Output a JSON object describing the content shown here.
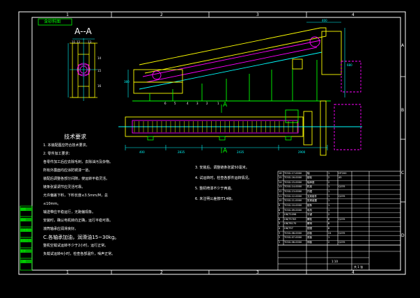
{
  "title_tag": "含砂料图",
  "section_label": "A--A",
  "section_marker": "A",
  "zone_numbers": [
    "1",
    "2",
    "3",
    "4"
  ],
  "zone_letters": [
    "A",
    "B",
    "C",
    "D"
  ],
  "dims": {
    "width_top": "400",
    "height_right": "680",
    "height_left": "380",
    "plan_1": "400",
    "plan_2": "2835",
    "plan_3": "2435",
    "plan_4": "2900"
  },
  "part_numbers_side": [
    "11",
    "12",
    "13",
    "14",
    "15",
    "16",
    "6",
    "5",
    "4",
    "3",
    "2",
    "1"
  ],
  "tech": {
    "heading": "技术要求",
    "items": [
      "1.  本装配图应符合技术要求。",
      "2.  零件加工要求：",
      "  各零件加工后应去除毛刺，去除油污及杂物。",
      "  所有外露面均应涂防锈漆一道。",
      "  装配后调整各部分间隙，使运转平稳灵活。",
      "  链条张紧调节应灵活可靠。",
      "  允许偏差下料，下料长度≤3.5mm/M，总",
      "  ≤10mm。",
      "  输送带应平稳运行，无跑偏现象。",
      "  安装时，确认电机转向正确，运行平稳可靠。",
      "  滚筒轴承应润滑良好。",
      "C.各轴承加油，润滑油15~30kg。",
      "  整机空载试运转不少于2小时，运行正常。",
      "  负载试运转4小时，检查各部温升，噪声正常。"
    ],
    "items_right": [
      "3.  安装后，调整链条张紧50毫米。",
      "4.  试运转时，检查各部件运转情况。",
      "5.  整机喷漆不少于两遍。",
      "6.  未注明公差按IT14级。"
    ]
  },
  "left_stamps": [
    "描图",
    "描校",
    "旧底图总号",
    "底图总号",
    "签字",
    "日期"
  ],
  "bom": {
    "rows": [
      [
        "16",
        "TCSG-17-0000",
        "轴",
        "1",
        "HT200"
      ],
      [
        "15",
        "TCSG-16-0000",
        "链轮",
        "2",
        "45"
      ],
      [
        "14",
        "TCSG-15-0000",
        "轴承座",
        "2",
        ""
      ],
      [
        "13",
        "TCSG-14-0000",
        "机架",
        "1",
        "Q235"
      ],
      [
        "12",
        "TCSG-13-0000",
        "托辊",
        "1",
        ""
      ],
      [
        "11",
        "TCSG-12-0000",
        "支架组件",
        "1",
        "Q235"
      ],
      [
        "10",
        "TCSG-11-0000",
        "张紧装置",
        "1",
        ""
      ],
      [
        "9",
        "TCSG-10-0000",
        "链条",
        "1",
        ""
      ],
      [
        "8",
        "TCSG-09-0000",
        "电机",
        "1",
        ""
      ],
      [
        "7",
        "GB/T1096",
        "平键",
        "2",
        ""
      ],
      [
        "6",
        "GB/T5783",
        "螺栓",
        "8",
        "Q235"
      ],
      [
        "5",
        "GB/T6170",
        "螺母",
        "8",
        ""
      ],
      [
        "4",
        "GB/T97",
        "垫圈",
        "8",
        ""
      ],
      [
        "3",
        "TCSG-08-0000",
        "刮板",
        "24",
        "Q235"
      ],
      [
        "2",
        "TCSG-07-0000",
        "底板",
        "1",
        ""
      ],
      [
        "1",
        "TCSG-06-0000",
        "侧板",
        "2",
        "Q235"
      ]
    ]
  },
  "titleblock": {
    "company": "",
    "scale": "1:10",
    "sheet": "共 1 张"
  }
}
